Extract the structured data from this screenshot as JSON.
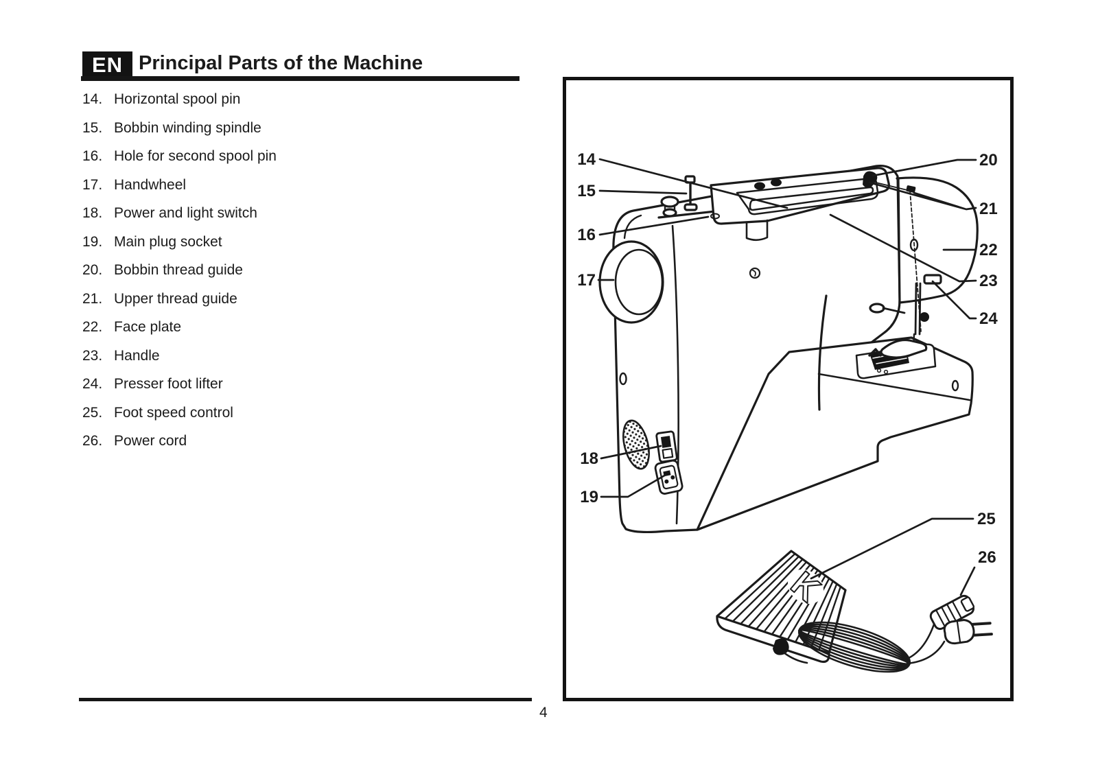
{
  "header": {
    "language_badge": "EN",
    "title": "Principal Parts of the Machine"
  },
  "parts_list": {
    "items": [
      {
        "num": "14.",
        "label": "Horizontal spool pin"
      },
      {
        "num": "15.",
        "label": "Bobbin winding spindle"
      },
      {
        "num": "16.",
        "label": "Hole for second spool pin"
      },
      {
        "num": "17.",
        "label": "Handwheel"
      },
      {
        "num": "18.",
        "label": "Power and light switch"
      },
      {
        "num": "19.",
        "label": "Main plug socket"
      },
      {
        "num": "20.",
        "label": "Bobbin thread guide"
      },
      {
        "num": "21.",
        "label": "Upper thread guide"
      },
      {
        "num": "22.",
        "label": "Face plate"
      },
      {
        "num": "23.",
        "label": "Handle"
      },
      {
        "num": "24.",
        "label": "Presser foot lifter"
      },
      {
        "num": "25.",
        "label": "Foot speed control"
      },
      {
        "num": "26.",
        "label": "Power cord"
      }
    ]
  },
  "diagram": {
    "callouts": [
      {
        "label": "14"
      },
      {
        "label": "15"
      },
      {
        "label": "16"
      },
      {
        "label": "17"
      },
      {
        "label": "18"
      },
      {
        "label": "19"
      },
      {
        "label": "20"
      },
      {
        "label": "21"
      },
      {
        "label": "22"
      },
      {
        "label": "23"
      },
      {
        "label": "24"
      },
      {
        "label": "25"
      },
      {
        "label": "26"
      }
    ],
    "pedal_emblem": "K"
  },
  "footer": {
    "page_number": "4"
  },
  "colors": {
    "ink": "#1b1b1b",
    "paper": "#ffffff"
  }
}
